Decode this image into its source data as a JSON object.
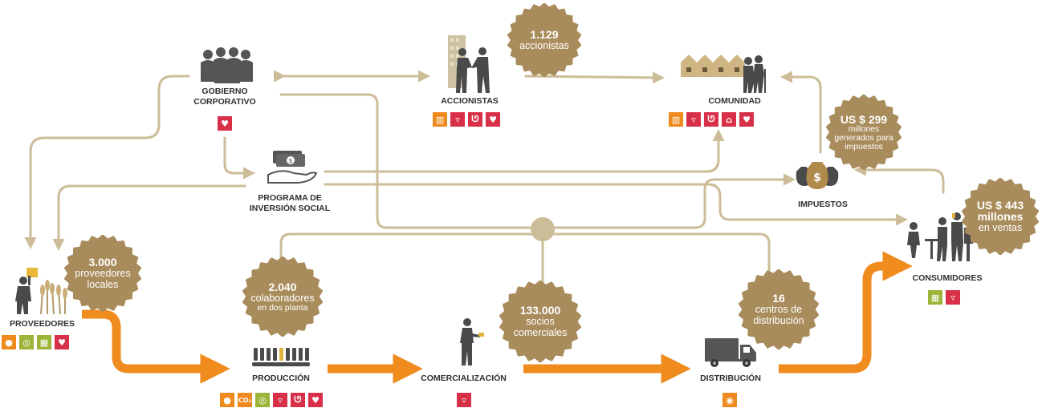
{
  "colors": {
    "flow_line": "#cdbc98",
    "main_arrow": "#f08b1e",
    "badge": "#a98c5c",
    "icon_orange": "#ee8a1e",
    "icon_red": "#d9304a",
    "icon_green": "#9cb43a",
    "silhouette": "#4a4a4a"
  },
  "nodes": {
    "gobierno": "GOBIERNO\nCORPORATIVO",
    "accionistas": "ACCIONISTAS",
    "comunidad": "COMUNIDAD",
    "programa": "PROGRAMA DE\nINVERSIÓN SOCIAL",
    "impuestos": "IMPUESTOS",
    "consumidores": "CONSUMIDORES",
    "proveedores": "PROVEEDORES",
    "produccion": "PRODUCCIÓN",
    "comercializacion": "COMERCIALIZACIÓN",
    "distribucion": "DISTRIBUCIÓN"
  },
  "badges": {
    "accionistas": {
      "big": "1.129",
      "small": "accionistas"
    },
    "impuestos": {
      "big": "US $ 299",
      "small": "millones\ngenerados para\nimpuestos"
    },
    "ventas": {
      "big": "US $ 443\nmillones",
      "small": "en ventas"
    },
    "proveedores": {
      "big": "3.000",
      "small": "proveedores\nlocales"
    },
    "colaboradores": {
      "big": "2.040",
      "small": "colaboradores",
      "xs": "en dos planta"
    },
    "socios": {
      "big": "133.000",
      "small": "socios\ncomerciales"
    },
    "centros": {
      "big": "16",
      "small": "centros de\ndistribución"
    }
  },
  "icon_groups": {
    "gobierno": [
      {
        "color": "red",
        "icon": "heart-icon",
        "glyph": "♥"
      }
    ],
    "accionistas": [
      {
        "color": "orange",
        "icon": "book-icon",
        "glyph": "▥"
      },
      {
        "color": "red",
        "icon": "cup-icon",
        "glyph": "▿"
      },
      {
        "color": "red",
        "icon": "ribbon-icon",
        "glyph": "ᘎ"
      },
      {
        "color": "red",
        "icon": "heart-icon",
        "glyph": "♥"
      }
    ],
    "comunidad": [
      {
        "color": "orange",
        "icon": "book-icon",
        "glyph": "▥"
      },
      {
        "color": "red",
        "icon": "cup-icon",
        "glyph": "▿"
      },
      {
        "color": "red",
        "icon": "ribbon-icon",
        "glyph": "ᘎ"
      },
      {
        "color": "red",
        "icon": "house-icon",
        "glyph": "⌂"
      },
      {
        "color": "red",
        "icon": "heart-icon",
        "glyph": "♥"
      }
    ],
    "consumidores": [
      {
        "color": "green",
        "icon": "recycle-bin-icon",
        "glyph": "▦"
      },
      {
        "color": "red",
        "icon": "cup-icon",
        "glyph": "▿"
      }
    ],
    "proveedores": [
      {
        "color": "orange",
        "icon": "water-drop-icon",
        "glyph": "●"
      },
      {
        "color": "green",
        "icon": "recycle-icon",
        "glyph": "◎"
      },
      {
        "color": "green",
        "icon": "recycle-bin-icon",
        "glyph": "▦"
      },
      {
        "color": "red",
        "icon": "heart-icon",
        "glyph": "♥"
      }
    ],
    "produccion": [
      {
        "color": "orange",
        "icon": "water-drop-icon",
        "glyph": "●"
      },
      {
        "color": "orange",
        "icon": "co2-icon",
        "glyph": "CO₂"
      },
      {
        "color": "green",
        "icon": "recycle-icon",
        "glyph": "◎"
      },
      {
        "color": "red",
        "icon": "cup-icon",
        "glyph": "▿"
      },
      {
        "color": "red",
        "icon": "ribbon-icon",
        "glyph": "ᘎ"
      },
      {
        "color": "red",
        "icon": "heart-icon",
        "glyph": "♥"
      }
    ],
    "comercializacion": [
      {
        "color": "red",
        "icon": "cup-icon",
        "glyph": "▿"
      }
    ],
    "distribucion": [
      {
        "color": "orange",
        "icon": "energy-icon",
        "glyph": "◉"
      }
    ]
  }
}
